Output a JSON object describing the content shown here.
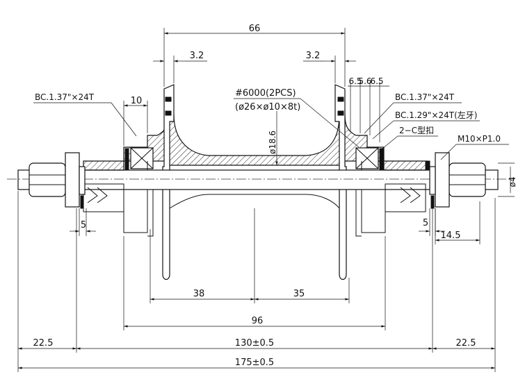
{
  "dimensions": {
    "flange_spacing": "66",
    "left_flange_thickness": "3.2",
    "right_flange_thickness": "3.2",
    "left_locknut_offset": "10",
    "right_spacer_a": "6.5",
    "right_spacer_b": "5.6",
    "right_spacer_c": "6.5",
    "axle_bore_dia": "ø18.6",
    "axle_end_dia": "ø4",
    "left_washer": "5",
    "right_washer": "5",
    "right_axle_protrusion": "14.5",
    "left_center_to_flange": "38",
    "right_center_to_flange": "35",
    "bearing_span": "96",
    "left_axle_end": "22.5",
    "right_axle_end": "22.5",
    "over_locknut": "130±0.5",
    "overall_length": "175±0.5"
  },
  "callouts": {
    "bearing_spec": "#6000(2PCS)",
    "bearing_size": "(ø26×ø10×8t)",
    "left_thread": "BC.1.37\"×24T",
    "right_thread_1": "BC.1.37\"×24T",
    "right_thread_2": "BC.1.29\"×24T(左牙)",
    "c_clip": "2−C型扣",
    "axle_thread": "M10×P1.0"
  }
}
